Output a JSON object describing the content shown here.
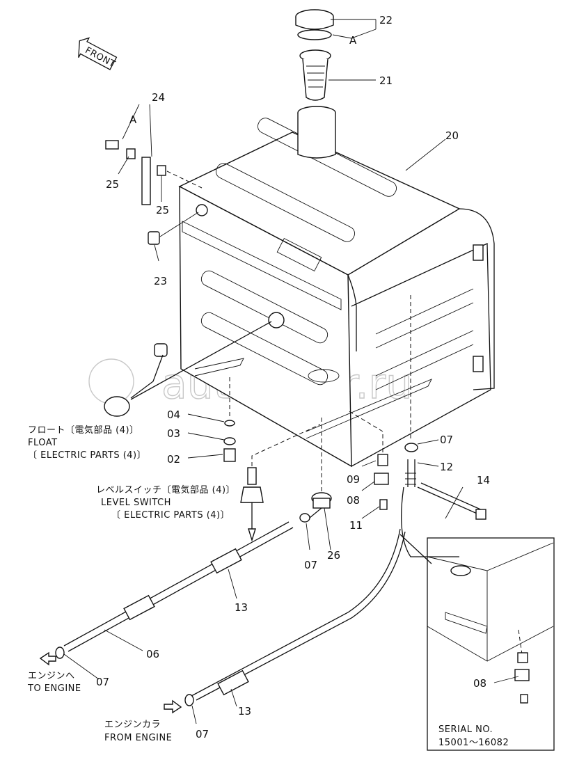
{
  "watermark": "autopiker.ru",
  "front_label": "FRONT",
  "labels": {
    "p22": "22",
    "pA1": "A",
    "p21": "21",
    "p24": "24",
    "pA2": "A",
    "p20": "20",
    "p25a": "25",
    "p25b": "25",
    "p23": "23",
    "p04": "04",
    "p03": "03",
    "p02": "02",
    "p07a": "07",
    "p12": "12",
    "p14": "14",
    "p09": "09",
    "p08a": "08",
    "p11": "11",
    "p07b": "07",
    "p26": "26",
    "p13a": "13",
    "p06": "06",
    "p07c": "07",
    "p13b": "13",
    "p07d": "07",
    "p08b": "08"
  },
  "notes": {
    "float_jp": "フロート〔電気部品 (4)〕",
    "float_en": "FLOAT",
    "float_ref": "〔 ELECTRIC PARTS (4)〕",
    "switch_jp": "レベルスイッチ〔電気部品 (4)〕",
    "switch_en": "LEVEL SWITCH",
    "switch_ref": "〔 ELECTRIC PARTS (4)〕",
    "to_engine_jp": "エンジンへ",
    "to_engine_en": "TO ENGINE",
    "from_engine_jp": "エンジンカラ",
    "from_engine_en": "FROM ENGINE"
  },
  "inset": {
    "serial_label": "SERIAL NO.",
    "serial_range": "15001～16082"
  }
}
